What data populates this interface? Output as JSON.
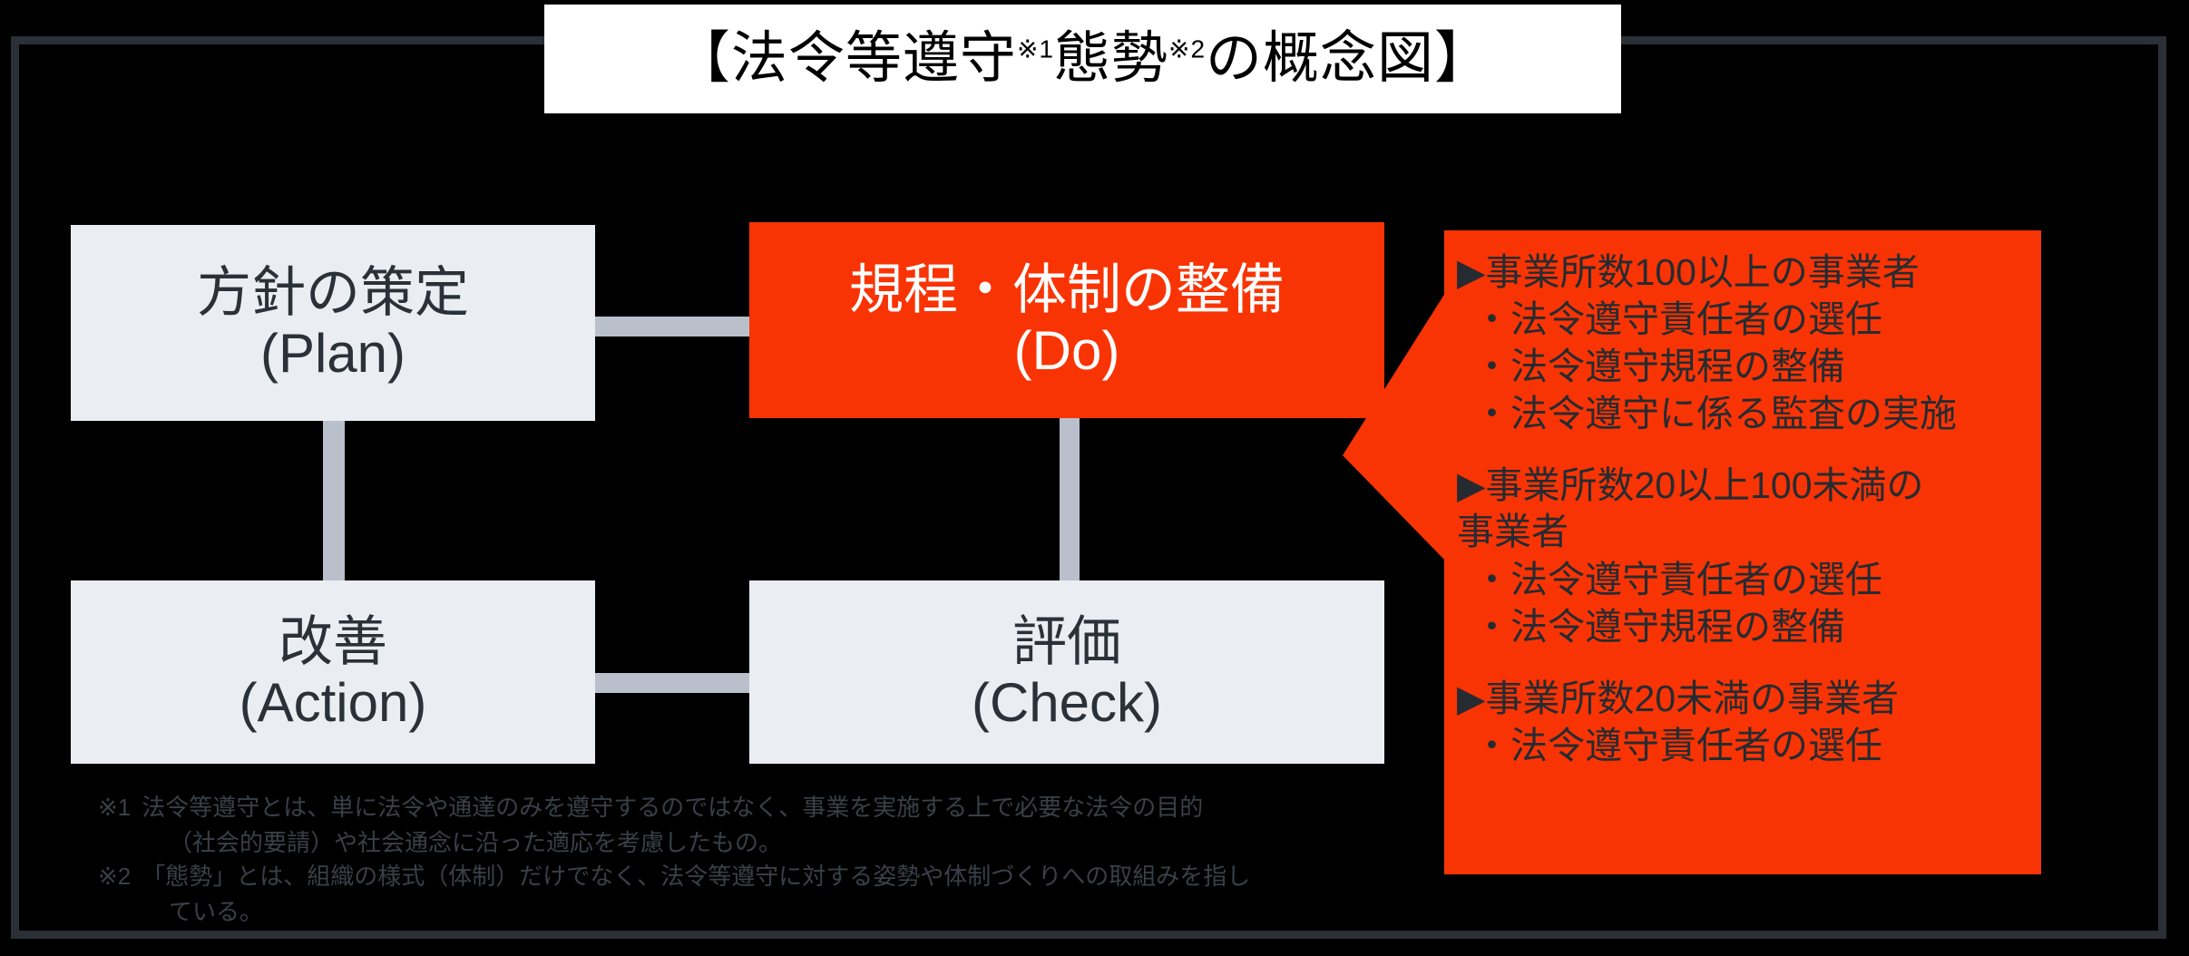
{
  "title": {
    "prefix": "【法令等遵守",
    "sup1": "※1",
    "middle": "態勢",
    "sup2": "※2",
    "suffix": "の概念図】",
    "full": "【法令等遵守※1態勢※2の概念図】"
  },
  "cycle": {
    "plan": {
      "jp": "方針の策定",
      "en": "(Plan)"
    },
    "do": {
      "jp": "規程・体制の整備",
      "en": "(Do)"
    },
    "check": {
      "jp": "評価",
      "en": "(Check)"
    },
    "action": {
      "jp": "改善",
      "en": "(Action)"
    }
  },
  "callout": {
    "groups": [
      {
        "heading": "▶事業所数100以上の事業者",
        "items": [
          "・法令遵守責任者の選任",
          "・法令遵守規程の整備",
          "・法令遵守に係る監査の実施"
        ]
      },
      {
        "heading": "▶事業所数20以上100未満の",
        "heading_cont": "事業者",
        "items": [
          "・法令遵守責任者の選任",
          "・法令遵守規程の整備"
        ]
      },
      {
        "heading": "▶事業所数20未満の事業者",
        "items": [
          "・法令遵守責任者の選任"
        ]
      }
    ]
  },
  "footnotes": [
    {
      "mark": "※1",
      "line1": "法令等遵守とは、単に法令や通達のみを遵守するのではなく、事業を実施する上で必要な法令の目的",
      "line2": "（社会的要請）や社会通念に沿った適応を考慮したもの。"
    },
    {
      "mark": "※2",
      "line1": "「態勢」とは、組織の様式（体制）だけでなく、法令等遵守に対する姿勢や体制づくりへの取組みを指し",
      "line2": "ている。"
    }
  ],
  "colors": {
    "accent_red": "#f93404",
    "box_light": "#eaeef3",
    "connector_gray": "#b9c0cc",
    "frame_gray": "#2b2f36",
    "background": "#000000",
    "text_dark": "#2b3138"
  }
}
